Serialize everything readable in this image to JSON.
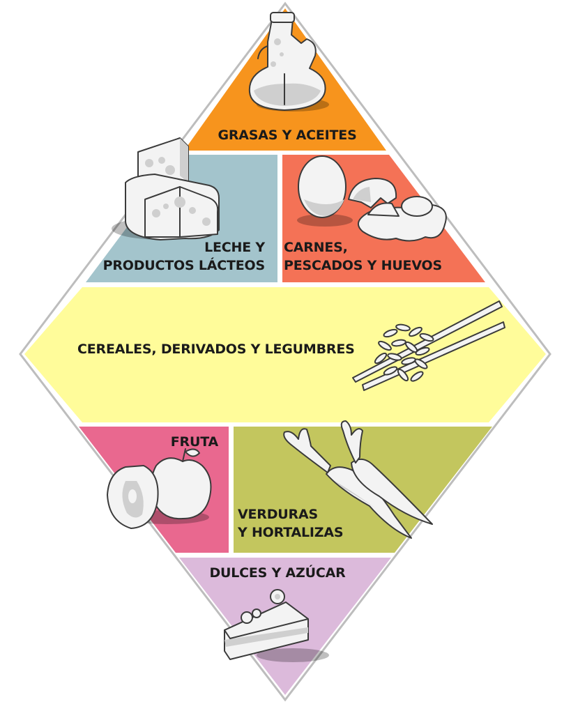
{
  "colors": {
    "grasas": "#f7941d",
    "leche": "#a3c4cc",
    "carnes": "#f47256",
    "cereales": "#fffc9a",
    "fruta": "#e9688f",
    "verduras": "#c3c65e",
    "dulces": "#dcbadb",
    "divider": "#ffffff",
    "outline": "#bdbdbd"
  },
  "sections": {
    "grasas": {
      "label": "GRASAS Y ACEITES",
      "icon": "oil-bottle-icon"
    },
    "leche": {
      "label_lines": [
        "LECHE Y",
        "PRODUCTOS LÁCTEOS"
      ],
      "icon": "cheese-icon"
    },
    "carnes": {
      "label_lines": [
        "CARNES,",
        "PESCADOS Y HUEVOS"
      ],
      "icon": "eggs-icon"
    },
    "cereales": {
      "label": "CEREALES, DERIVADOS Y LEGUMBRES",
      "icon": "rice-chopsticks-icon"
    },
    "fruta": {
      "label": "FRUTA",
      "icon": "apple-icon"
    },
    "verduras": {
      "label_lines": [
        "VERDURAS",
        "Y HORTALIZAS"
      ],
      "icon": "carrots-icon"
    },
    "dulces": {
      "label": "DULCES Y AZÚCAR",
      "icon": "cake-icon"
    }
  }
}
